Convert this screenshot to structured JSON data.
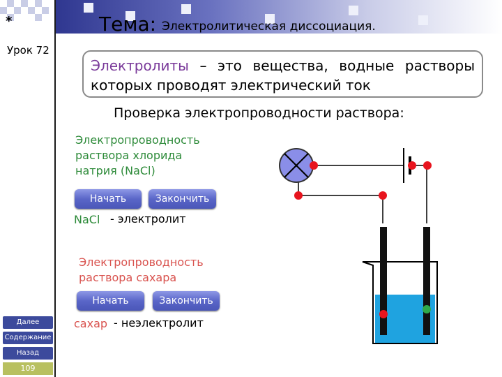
{
  "sidebar": {
    "marker": "*",
    "lesson": "Урок 72",
    "nav": {
      "next": "Далее",
      "contents": "Содержание",
      "back": "Назад"
    },
    "page_number": "109"
  },
  "title": {
    "main": "Тема:",
    "sub": "Электролитическая диссоциация."
  },
  "definition": {
    "term": "Электролиты",
    "rest": " – это вещества, водные растворы которых проводят электрический ток"
  },
  "check_title": "Проверка электропроводности раствора:",
  "experiments": [
    {
      "title": "Электропроводность раствора хлорида натрия (NaCl)",
      "start_label": "Начать",
      "stop_label": "Закончить",
      "result_term": "NaCl",
      "result_text": "- электролит"
    },
    {
      "title": "Электропроводность раствора сахара",
      "start_label": "Начать",
      "stop_label": "Закончить",
      "result_term": "сахар",
      "result_text": "- неэлектролит"
    }
  ],
  "colors": {
    "accent": "#3c4a9c",
    "term": "#7a3a9a",
    "exp1": "#2e8b3a",
    "exp2": "#d9534f",
    "solution": "#1fa3e0",
    "contact": "#e8141e",
    "lamp": "#8a8ee8"
  },
  "icons": [
    "lamp-icon",
    "battery-icon",
    "electrode-icon",
    "beaker-icon"
  ]
}
